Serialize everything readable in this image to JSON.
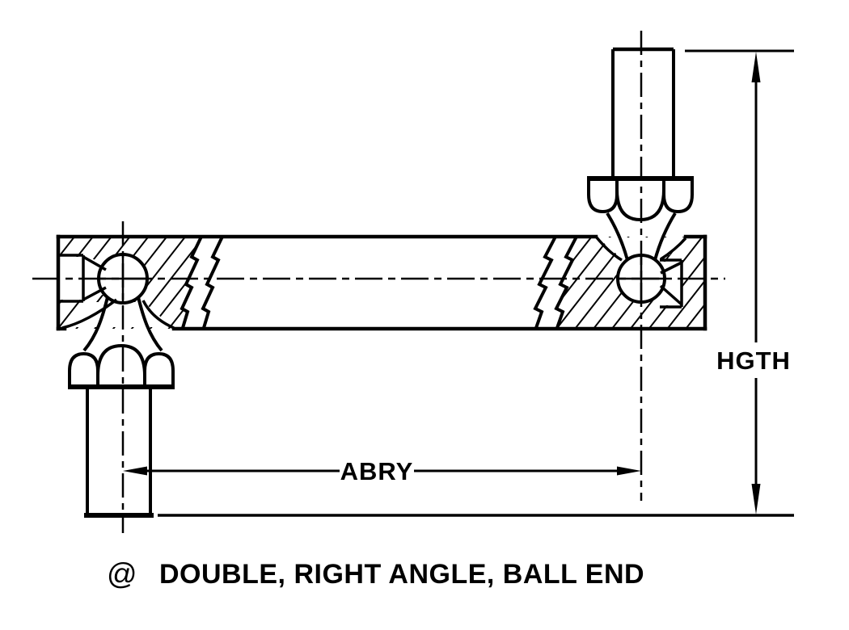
{
  "figure": {
    "caption_prefix": "@",
    "caption": "DOUBLE, RIGHT ANGLE, BALL END",
    "dimensions": {
      "horizontal": "ABRY",
      "vertical": "HGTH"
    },
    "colors": {
      "line": "#000000",
      "background": "#ffffff"
    }
  }
}
